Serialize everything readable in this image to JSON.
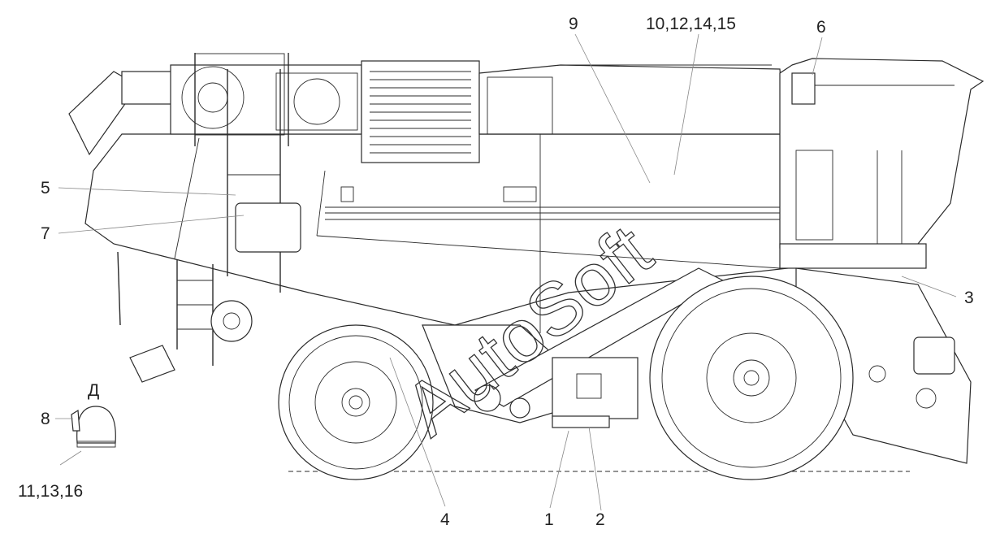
{
  "callouts": {
    "c1": "1",
    "c2": "2",
    "c3": "3",
    "c4": "4",
    "c5": "5",
    "c6": "6",
    "c7": "7",
    "c8": "8",
    "c9": "9",
    "c10": "10,12,14,15",
    "c11": "11,13,16"
  },
  "view_letter": "Д",
  "watermark": "AutoSoft"
}
